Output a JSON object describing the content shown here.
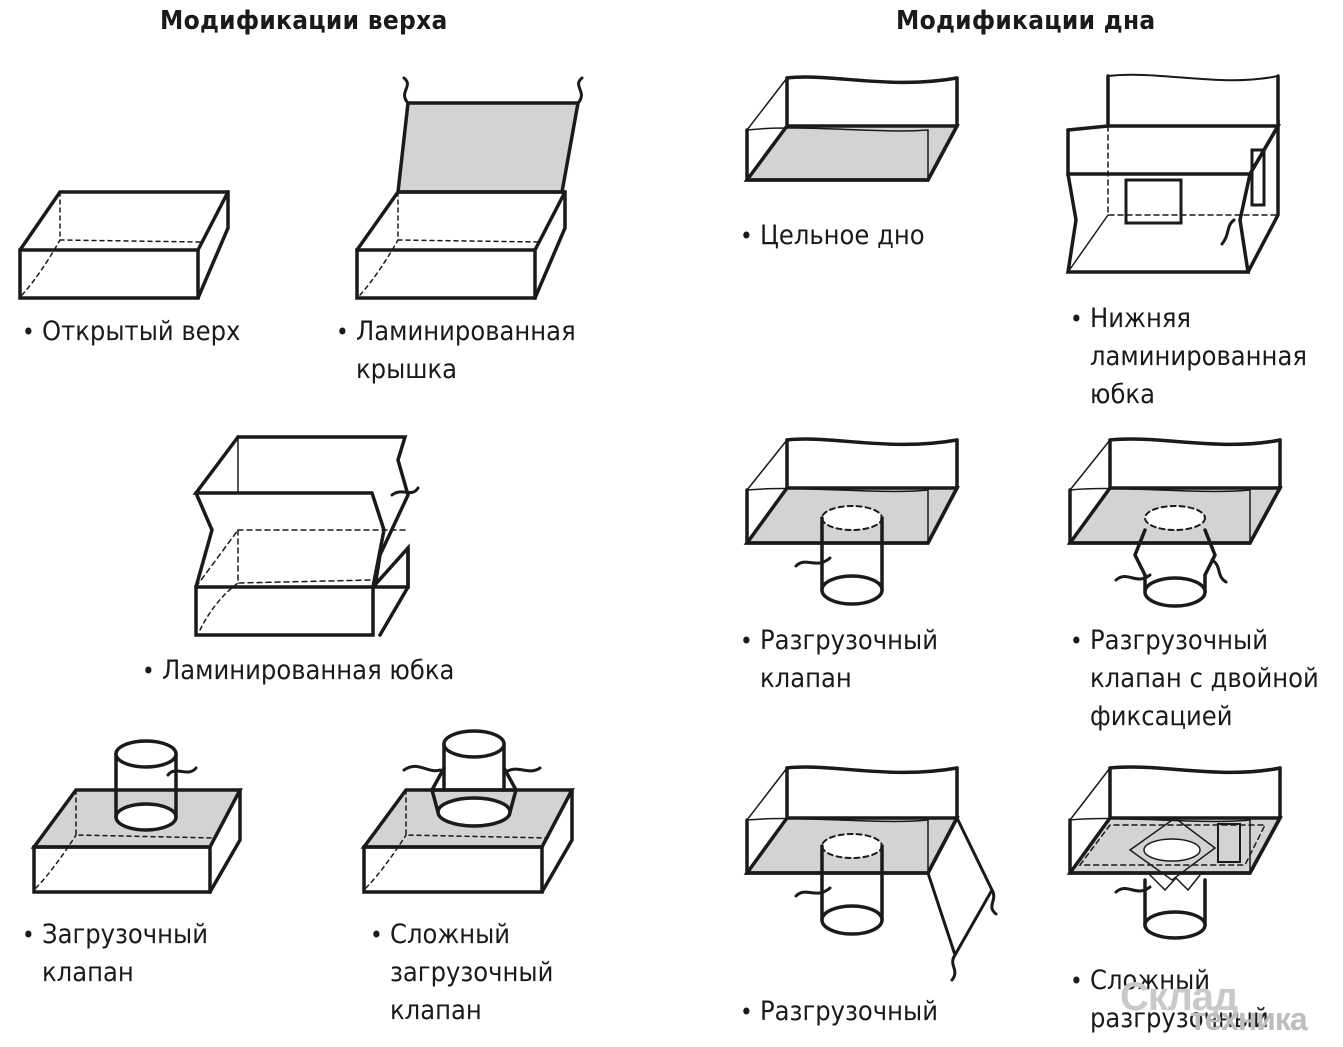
{
  "headings": {
    "top": "Модификации верха",
    "bottom": "Модификации дна"
  },
  "bullet": "•",
  "labels": {
    "open_top": [
      "Открытый верх"
    ],
    "laminated_lid": [
      "Ламинированная",
      "крышка"
    ],
    "laminated_skirt": [
      "Ламинированная юбка"
    ],
    "filling_spout": [
      "Загрузочный",
      "клапан"
    ],
    "complex_filling_spout": [
      "Сложный",
      "загрузочный",
      "клапан"
    ],
    "solid_bottom": [
      "Цельное дно"
    ],
    "bottom_laminated_skirt": [
      "Нижняя",
      "ламинированная",
      "юбка"
    ],
    "discharge_spout": [
      "Разгрузочный",
      "клапан"
    ],
    "discharge_spout_double": [
      "Разгрузочный",
      "клапан с двойной",
      "фиксацией"
    ],
    "discharge_partial": [
      "Разгрузочный"
    ],
    "complex_discharge": [
      "Сложный",
      "разгрузочный"
    ]
  },
  "watermark": {
    "line1": "Склад",
    "line2": "техника"
  },
  "colors": {
    "fill": "#d3d3d3",
    "stroke": "#1a1a1a",
    "watermark": "#c9c9c9"
  }
}
